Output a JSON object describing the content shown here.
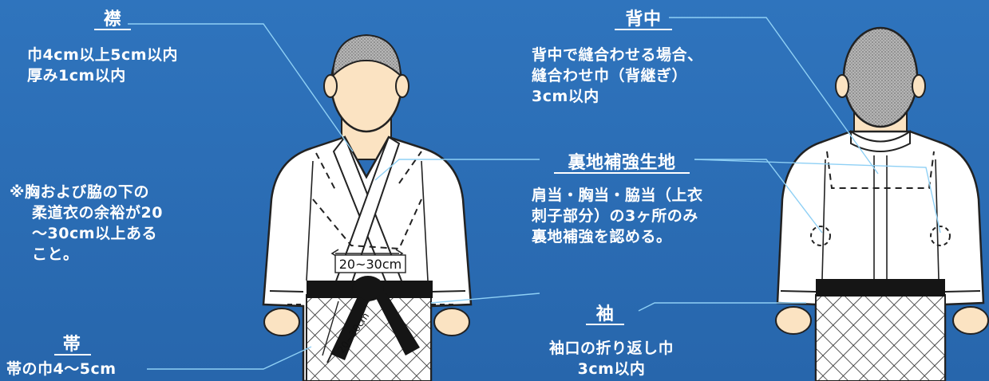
{
  "labels": {
    "collar": {
      "heading": "襟",
      "lines": [
        "巾4cm以上5cm以内",
        "厚み1cm以内"
      ]
    },
    "note": {
      "lines": [
        "※胸および脇の下の",
        "柔道衣の余裕が20",
        "～30cm以上ある",
        "こと。"
      ]
    },
    "belt": {
      "heading": "帯",
      "lines": [
        "帯の巾4～5cm"
      ]
    },
    "back": {
      "heading": "背中",
      "lines": [
        "背中で縫合わせる場合、",
        "縫合わせ巾（背継ぎ）",
        "3cm以内"
      ]
    },
    "lining": {
      "heading": "裏地補強生地",
      "lines": [
        "肩当・胸当・脇当（上衣",
        "刺子部分）の3ヶ所のみ",
        "裏地補強を認める。"
      ]
    },
    "sleeve": {
      "heading": "袖",
      "lines": [
        "袖口の折り返し巾",
        "3cm以内"
      ]
    }
  },
  "measures": {
    "chest_gap": "20~30cm",
    "belt_slack": "20~30cm"
  },
  "colors": {
    "background": "#2a6db5",
    "skin": "#fbe3c2",
    "gi": "#ffffff",
    "belt": "#1a1a1a",
    "hair": "#a8a8a8",
    "leader": "#7fc6ee"
  }
}
